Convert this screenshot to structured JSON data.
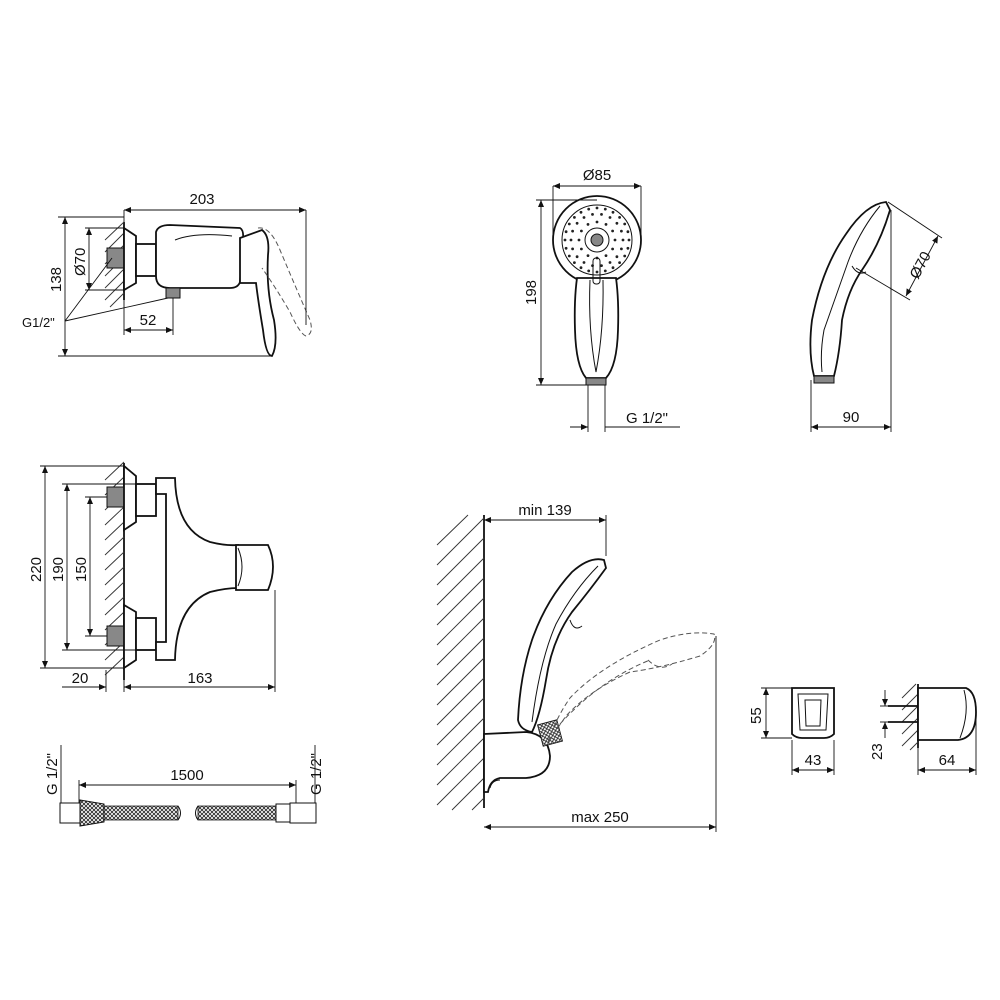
{
  "mixer_side": {
    "width": "203",
    "height": "138",
    "diameter": "Ø70",
    "offset": "52",
    "thread": "G1/2\""
  },
  "hand_shower_front": {
    "diameter": "Ø85",
    "length": "198",
    "thread": "G 1/2\""
  },
  "hand_shower_side": {
    "diameter": "Ø70",
    "depth": "90"
  },
  "mixer_front": {
    "height_total": "220",
    "height_mid": "190",
    "spacing": "150",
    "wall_offset": "20",
    "depth": "163"
  },
  "hose": {
    "thread_left": "G 1/2\"",
    "length": "1500",
    "thread_right": "G 1/2\""
  },
  "holder_assembly": {
    "min_reach": "min 139",
    "max_reach": "max 250"
  },
  "holder_front": {
    "height": "55",
    "width": "43"
  },
  "holder_side": {
    "height": "23",
    "depth": "64"
  }
}
